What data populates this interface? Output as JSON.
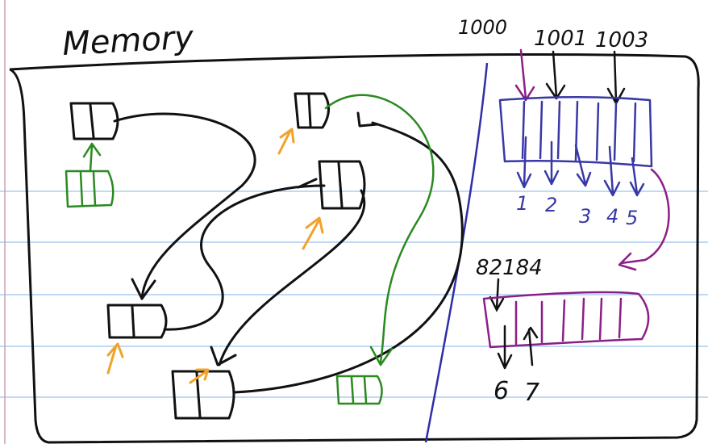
{
  "title": "Memory",
  "addresses": [
    "1000",
    "1001",
    "1003"
  ],
  "array_indices": [
    "1",
    "2",
    "3",
    "4",
    "5"
  ],
  "second_array_address": "82184",
  "second_array_indices": [
    "6",
    "7"
  ],
  "colors": {
    "ink": "#111111",
    "rule_line": "#a9cdf2",
    "margin_line": "#c9a0b4",
    "divider": "#2e2ea8",
    "array_blue": "#3838a6",
    "array_purple": "#8c1e86",
    "pointer_green": "#2a8a1f",
    "pointer_orange": "#f2a22a"
  }
}
